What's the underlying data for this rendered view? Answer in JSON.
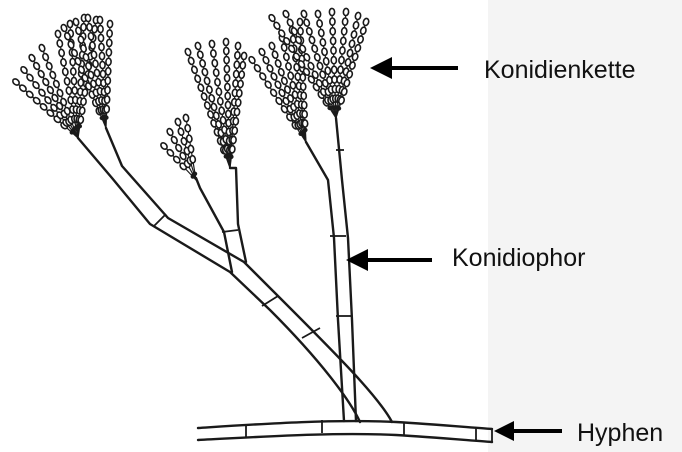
{
  "labels": {
    "conidia_chain": "Konidienkette",
    "conidiophore": "Konidiophor",
    "hypha": "Hyphen"
  }
}
